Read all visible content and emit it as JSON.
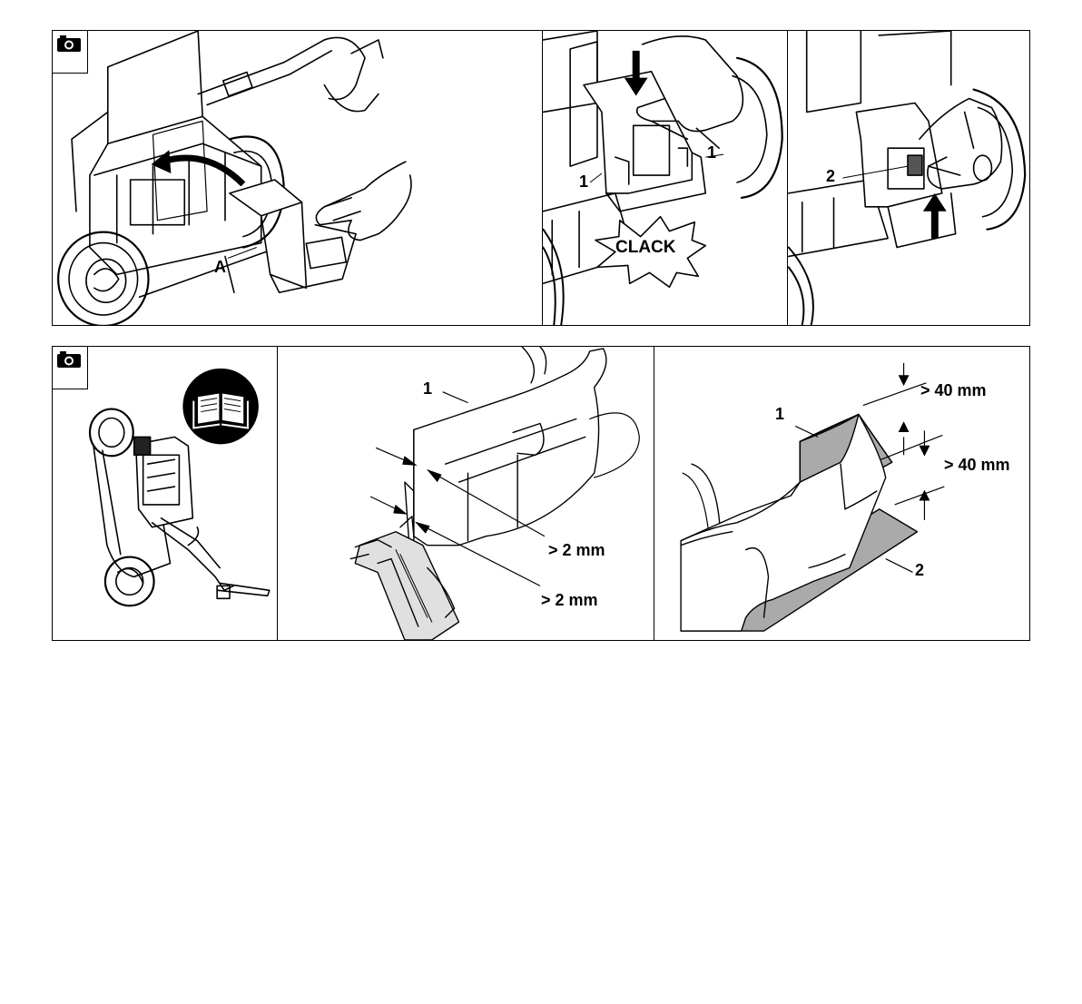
{
  "icons": {
    "camera": "camera-icon",
    "manual": "open-book-icon",
    "clack_burst": "starburst-icon"
  },
  "row1": {
    "panel1": {
      "label_a": "A"
    },
    "panel2": {
      "label_1_left": "1",
      "label_1_right": "1",
      "sound": "CLACK"
    },
    "panel3": {
      "label_2": "2"
    }
  },
  "row2": {
    "panel2": {
      "label_1": "1",
      "dim_top": "> 2 mm",
      "dim_bottom": "> 2 mm"
    },
    "panel3": {
      "label_1": "1",
      "label_2": "2",
      "dim_top": "> 40 mm",
      "dim_bottom": "> 40 mm"
    }
  }
}
